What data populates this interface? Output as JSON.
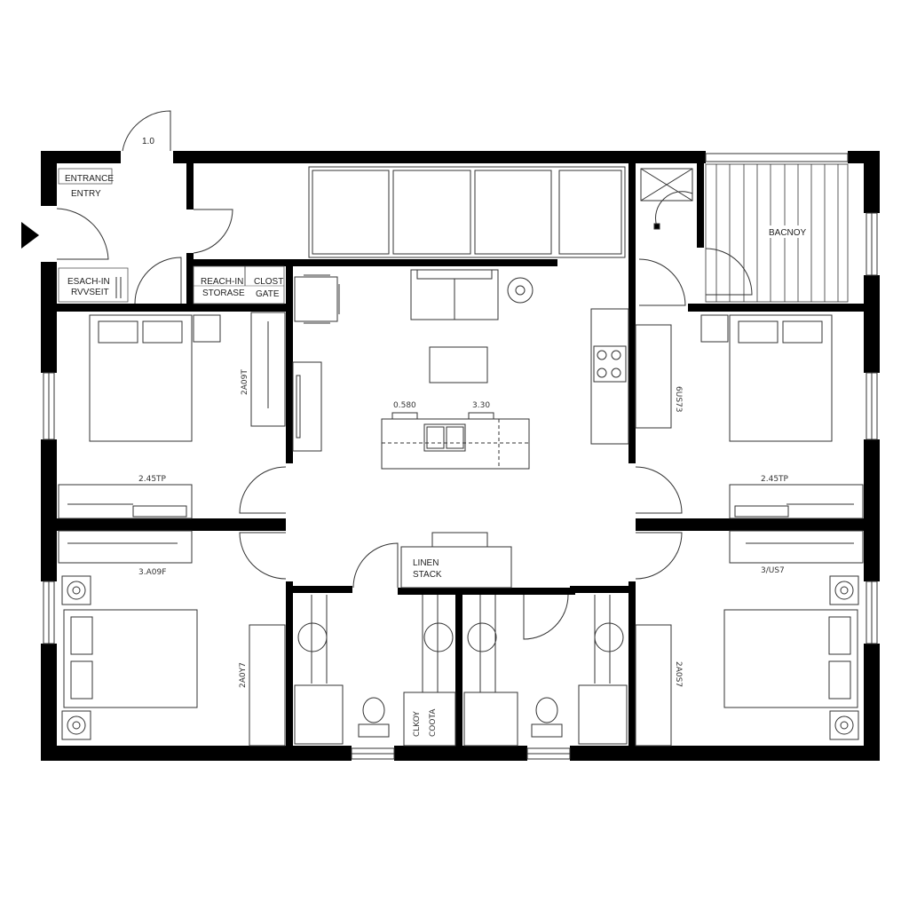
{
  "plan": {
    "background": "#ffffff",
    "wall_color": "#000000",
    "line_color": "#333333",
    "entry_marker": "entry-arrow-icon",
    "door_number": "1.0",
    "rooms": {
      "entrance": {
        "title": "ENTRANCE",
        "subtitle": "ENTRY"
      },
      "entry_closet": {
        "line1": "ESACH-IN",
        "line2": "RVVSEIT"
      },
      "reach_in": {
        "line1": "REACH-IN",
        "line2": "STORASE"
      },
      "closet": {
        "line1": "CLOST",
        "line2": "GATE"
      },
      "balcony": {
        "label": "BACNOY"
      },
      "linen": {
        "line1": "LINEN",
        "line2": "STACK"
      },
      "bath_closet": {
        "line1": "CLKOY",
        "line2": "COOTA"
      }
    },
    "kitchen_island": {
      "dim_left": "0.580",
      "dim_right": "3.30"
    },
    "dimensions": {
      "bed1_wardrobe": "2.45TP",
      "bed1_closet": "2A09T",
      "bed2_wardrobe": "2.45TP",
      "bed2_closet": "6US73",
      "bed3_wardrobe": "3.A09F",
      "bed3_closet": "2A0Y7",
      "bed4_wardrobe": "3/US7",
      "bed4_closet": "2A0S7"
    }
  }
}
